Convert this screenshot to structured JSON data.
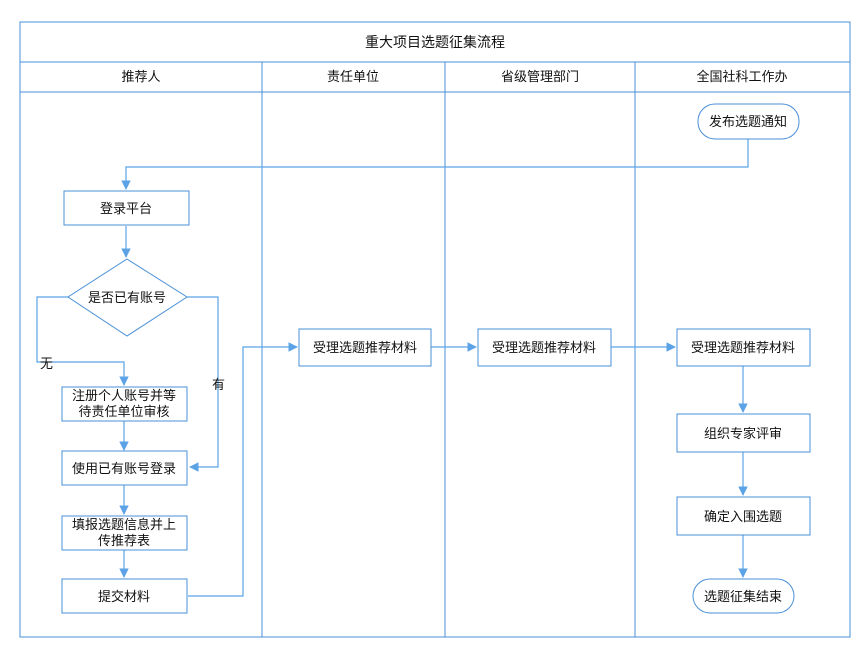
{
  "diagram": {
    "title": "重大项目选题征集流程",
    "lanes": [
      "推荐人",
      "责任单位",
      "省级管理部门",
      "全国社科工作办"
    ],
    "nodes": {
      "n_publish": "发布选题通知",
      "n_login_platform": "登录平台",
      "n_has_account": "是否已有账号",
      "n_register": [
        "注册个人账号并等",
        "待责任单位审核"
      ],
      "n_use_existing": "使用已有账号登录",
      "n_fill_upload": [
        "填报选题信息并上",
        "传推荐表"
      ],
      "n_submit": "提交材料",
      "n_accept_unit": "受理选题推荐材料",
      "n_accept_province": "受理选题推荐材料",
      "n_accept_national": "受理选题推荐材料",
      "n_expert_review": "组织专家评审",
      "n_confirm": "确定入围选题",
      "n_end": "选题征集结束"
    },
    "edge_labels": {
      "no": "无",
      "yes": "有"
    }
  }
}
